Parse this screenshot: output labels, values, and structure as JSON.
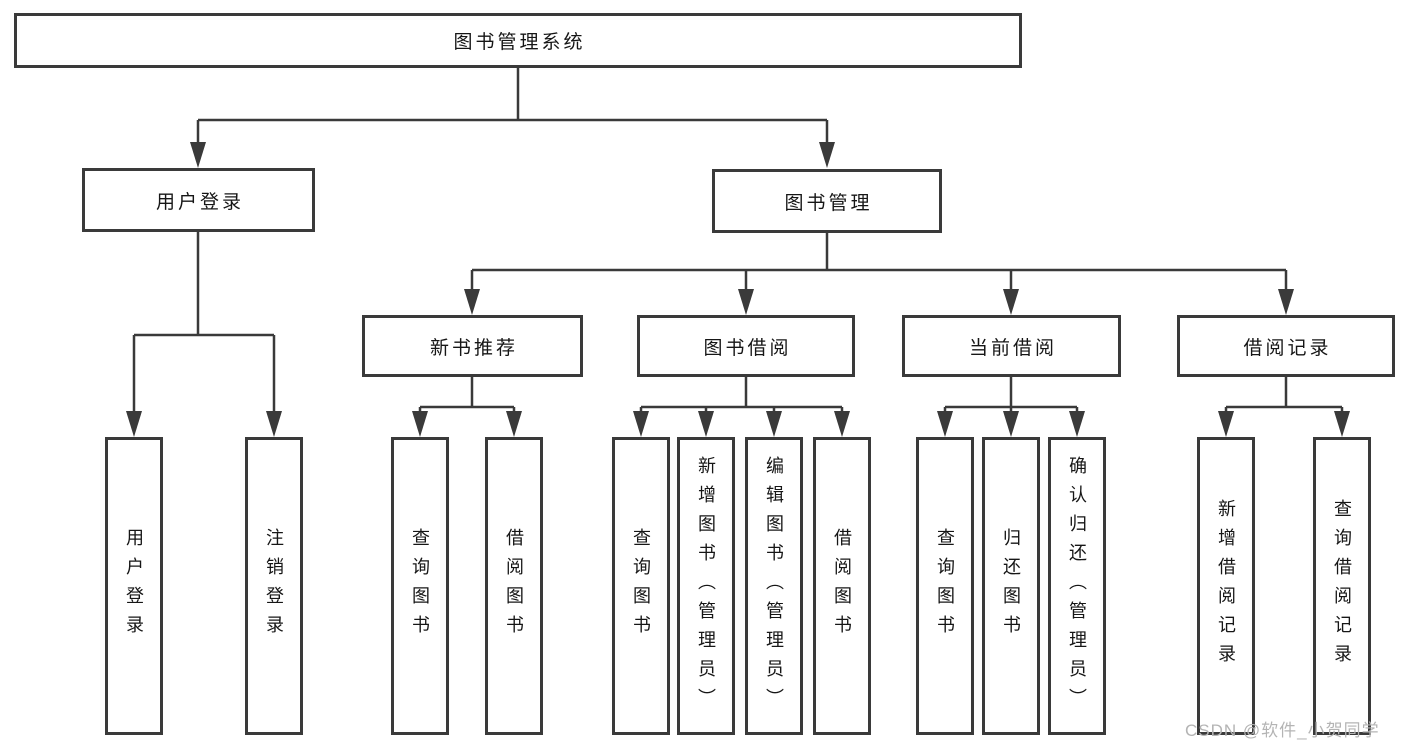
{
  "diagram": {
    "title": "图书管理系统",
    "children": [
      {
        "label": "用户登录",
        "children": [
          "用户登录",
          "注销登录"
        ]
      },
      {
        "label": "图书管理",
        "children": [
          {
            "label": "新书推荐",
            "children": [
              "查询图书",
              "借阅图书"
            ]
          },
          {
            "label": "图书借阅",
            "children": [
              "查询图书",
              "新增图书（管理员）",
              "编辑图书（管理员）",
              "借阅图书"
            ]
          },
          {
            "label": "当前借阅",
            "children": [
              "查询图书",
              "归还图书",
              "确认归还（管理员）"
            ]
          },
          {
            "label": "借阅记录",
            "children": [
              "新增借阅记录",
              "查询借阅记录"
            ]
          }
        ]
      }
    ]
  },
  "connector_color": "#3a3a3a",
  "watermark": "CSDN @软件_小贺同学"
}
